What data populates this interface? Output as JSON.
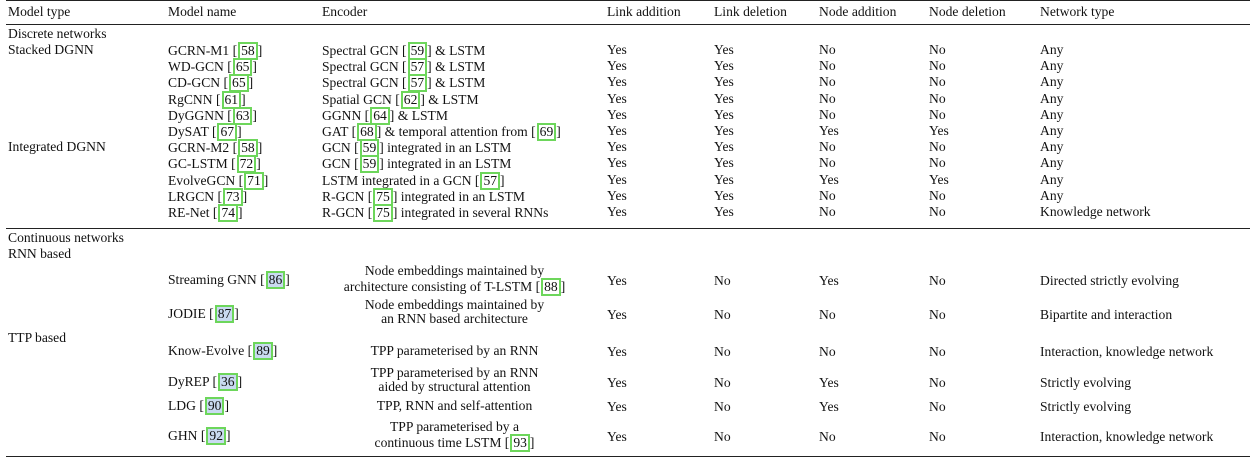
{
  "header": [
    "Model type",
    "Model name",
    "Encoder",
    "Link addition",
    "Link deletion",
    "Node addition",
    "Node deletion",
    "Network type"
  ],
  "sections": {
    "discrete": "Discrete networks",
    "stacked": "Stacked DGNN",
    "integrated": "Integrated DGNN",
    "continuous": "Continuous networks",
    "rnn": "RNN based",
    "ttp": "TTP based"
  },
  "rows": [
    {
      "name": "GCRN-M1 [",
      "ref": "58",
      "enc_a": "Spectral GCN [",
      "enc_ref": "59",
      "enc_b": "] & LSTM",
      "la": "Yes",
      "ld": "Yes",
      "na": "No",
      "nd": "No",
      "nt": "Any"
    },
    {
      "name": "WD-GCN [",
      "ref": "65",
      "enc_a": "Spectral GCN [",
      "enc_ref": "57",
      "enc_b": "] & LSTM",
      "la": "Yes",
      "ld": "Yes",
      "na": "No",
      "nd": "No",
      "nt": "Any"
    },
    {
      "name": "CD-GCN [",
      "ref": "65",
      "enc_a": "Spectral GCN [",
      "enc_ref": "57",
      "enc_b": "] & LSTM",
      "la": "Yes",
      "ld": "Yes",
      "na": "No",
      "nd": "No",
      "nt": "Any"
    },
    {
      "name": "RgCNN [",
      "ref": "61",
      "enc_a": "Spatial GCN [",
      "enc_ref": "62",
      "enc_b": "] & LSTM",
      "la": "Yes",
      "ld": "Yes",
      "na": "No",
      "nd": "No",
      "nt": "Any"
    },
    {
      "name": "DyGGNN [",
      "ref": "63",
      "enc_a": "GGNN [",
      "enc_ref": "64",
      "enc_b": "] & LSTM",
      "la": "Yes",
      "ld": "Yes",
      "na": "No",
      "nd": "No",
      "nt": "Any"
    },
    {
      "name": "DySAT [",
      "ref": "67",
      "enc_a": "GAT [",
      "enc_ref": "68",
      "enc_b": "] & temporal attention from [",
      "enc_ref2": "69",
      "la": "Yes",
      "ld": "Yes",
      "na": "Yes",
      "nd": "Yes",
      "nt": "Any"
    },
    {
      "name": "GCRN-M2 [",
      "ref": "58",
      "enc_a": "GCN [",
      "enc_ref": "59",
      "enc_b": "] integrated in an LSTM",
      "la": "Yes",
      "ld": "Yes",
      "na": "No",
      "nd": "No",
      "nt": "Any"
    },
    {
      "name": "GC-LSTM [",
      "ref": "72",
      "enc_a": "GCN [",
      "enc_ref": "59",
      "enc_b": "] integrated in an LSTM",
      "la": "Yes",
      "ld": "Yes",
      "na": "No",
      "nd": "No",
      "nt": "Any"
    },
    {
      "name": "EvolveGCN [",
      "ref": "71",
      "enc_a": "LSTM integrated in a GCN [",
      "enc_ref": "57",
      "enc_b": "]",
      "la": "Yes",
      "ld": "Yes",
      "na": "Yes",
      "nd": "Yes",
      "nt": "Any"
    },
    {
      "name": "LRGCN [",
      "ref": "73",
      "enc_a": "R-GCN [",
      "enc_ref": "75",
      "enc_b": "] integrated in an LSTM",
      "la": "Yes",
      "ld": "Yes",
      "na": "No",
      "nd": "No",
      "nt": "Any"
    },
    {
      "name": "RE-Net [",
      "ref": "74",
      "enc_a": "R-GCN [",
      "enc_ref": "75",
      "enc_b": "] integrated in several RNNs",
      "la": "Yes",
      "ld": "Yes",
      "na": "No",
      "nd": "No",
      "nt": "Knowledge network"
    }
  ],
  "cont_rows": [
    {
      "name": "Streaming GNN [",
      "ref": "86",
      "enc1": "Node embeddings maintained by",
      "enc2": "architecture consisting of T-LSTM [",
      "enc_ref": "88",
      "la": "Yes",
      "ld": "No",
      "na": "Yes",
      "nd": "No",
      "nt": "Directed strictly evolving"
    },
    {
      "name": "JODIE [",
      "ref": "87",
      "enc1": "Node embeddings maintained by",
      "enc2": "an RNN based architecture",
      "la": "Yes",
      "ld": "No",
      "na": "No",
      "nd": "No",
      "nt": "Bipartite and interaction"
    },
    {
      "name": "Know-Evolve [",
      "ref": "89",
      "enc1": "TPP parameterised by an RNN",
      "la": "Yes",
      "ld": "No",
      "na": "No",
      "nd": "No",
      "nt": "Interaction, knowledge network"
    },
    {
      "name": "DyREP [",
      "ref": "36",
      "enc1": "TPP parameterised by an RNN",
      "enc2": "aided by structural attention",
      "la": "Yes",
      "ld": "No",
      "na": "Yes",
      "nd": "No",
      "nt": "Strictly evolving"
    },
    {
      "name": "LDG [",
      "ref": "90",
      "enc1": "TPP, RNN and self-attention",
      "la": "Yes",
      "ld": "No",
      "na": "Yes",
      "nd": "No",
      "nt": "Strictly evolving"
    },
    {
      "name": "GHN [",
      "ref": "92",
      "enc1": "TPP parameterised by a",
      "enc2": "continuous time LSTM [",
      "enc_ref": "93",
      "la": "Yes",
      "ld": "No",
      "na": "No",
      "nd": "No",
      "nt": "Interaction, knowledge network"
    }
  ]
}
